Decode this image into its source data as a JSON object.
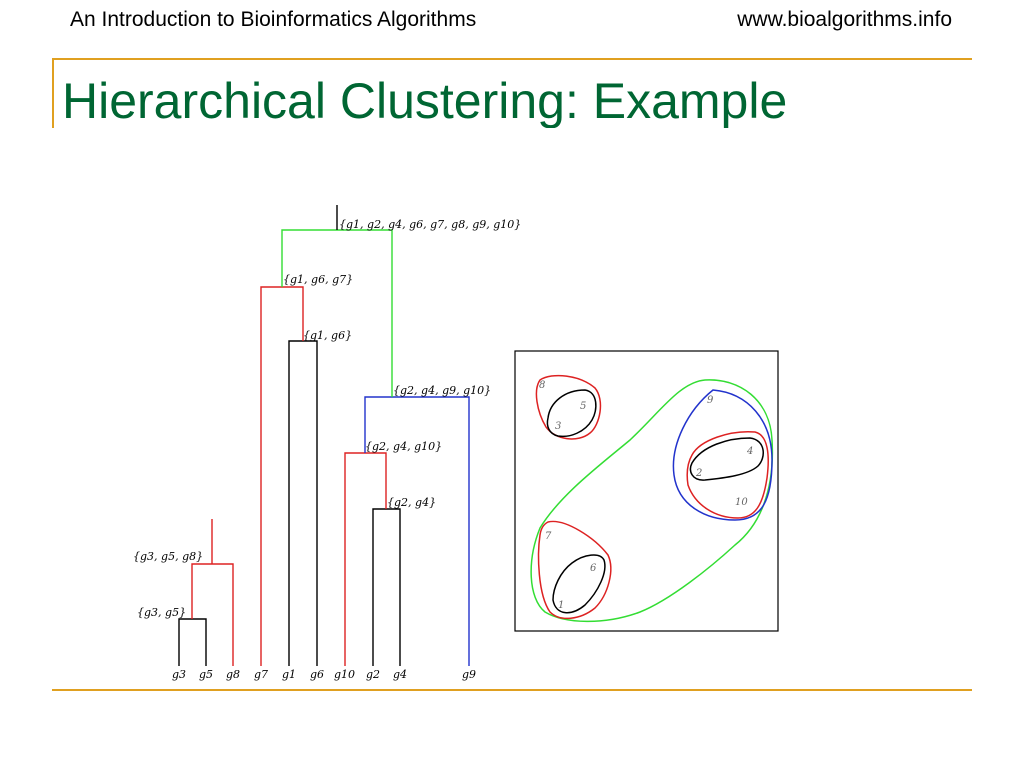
{
  "header": {
    "left": "An Introduction to Bioinformatics Algorithms",
    "right": "www.bioalgorithms.info"
  },
  "slide": {
    "title": "Hierarchical Clustering: Example"
  },
  "dendrogram": {
    "leaves": [
      "g3",
      "g5",
      "g8",
      "g7",
      "g1",
      "g6",
      "g10",
      "g2",
      "g4",
      "g9"
    ],
    "clusters": {
      "root": "{g1, g2, g4, g6, g7, g8, g9, g10}",
      "c167": "{g1, g6, g7}",
      "c16": "{g1, g6}",
      "c24910": "{g2, g4, g9, g10}",
      "c2410": "{g2, g4, g10}",
      "c24": "{g2, g4}",
      "c358": "{g3, g5, g8}",
      "c35": "{g3, g5}"
    }
  },
  "plot": {
    "points": [
      "8",
      "5",
      "3",
      "9",
      "4",
      "2",
      "10",
      "7",
      "6",
      "1"
    ]
  },
  "colors": {
    "title": "#006633",
    "rule": "#e0a020",
    "green": "#33dd33",
    "red": "#dd2222",
    "blue": "#2233cc",
    "black": "#000000"
  }
}
